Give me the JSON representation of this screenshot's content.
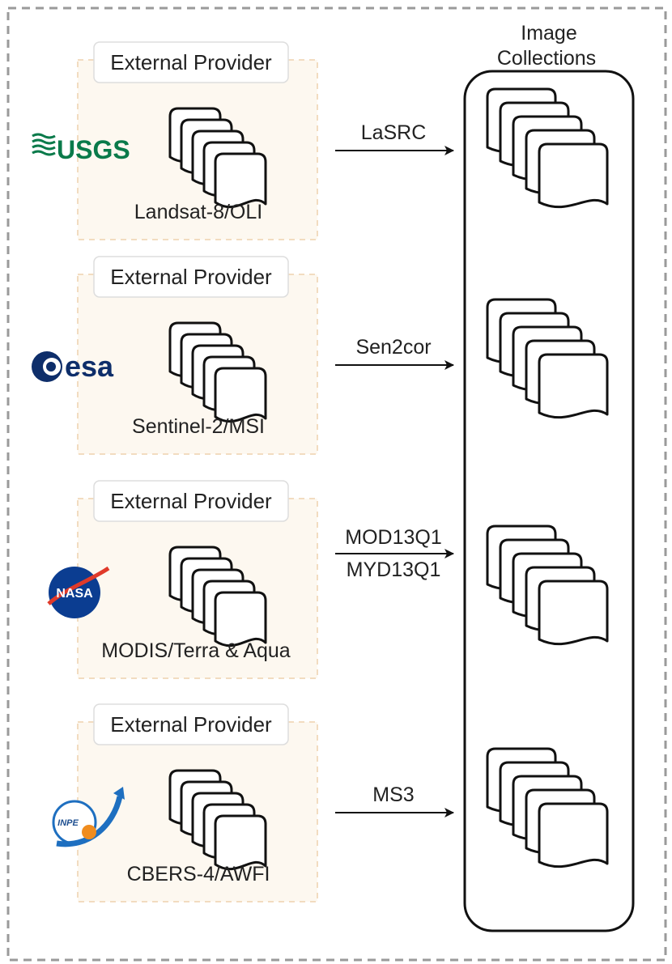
{
  "collection_title_line1": "Image",
  "collection_title_line2": "Collections",
  "rows": [
    {
      "provider_label": "External Provider",
      "sensor": "Landsat-8/OLI",
      "process": "LaSRC",
      "logo_text": "USGS",
      "logo_color": "#0a7a4a"
    },
    {
      "provider_label": "External Provider",
      "sensor": "Sentinel-2/MSI",
      "process": "Sen2cor",
      "logo_text": "esa",
      "logo_color": "#0e2e6a"
    },
    {
      "provider_label": "External Provider",
      "sensor": "MODIS/Terra & Aqua",
      "process": "MOD13Q1",
      "process2": "MYD13Q1",
      "logo_text": "NASA",
      "logo_color": "#0b3d91"
    },
    {
      "provider_label": "External Provider",
      "sensor": "CBERS-4/AWFI",
      "process": "MS3",
      "logo_text": "INPE",
      "logo_color": "#1e6fc0"
    }
  ],
  "colors": {
    "provider_fill": "#fdf8f0",
    "provider_border": "#f2dcc0",
    "outer_border": "#9a9a9a"
  }
}
